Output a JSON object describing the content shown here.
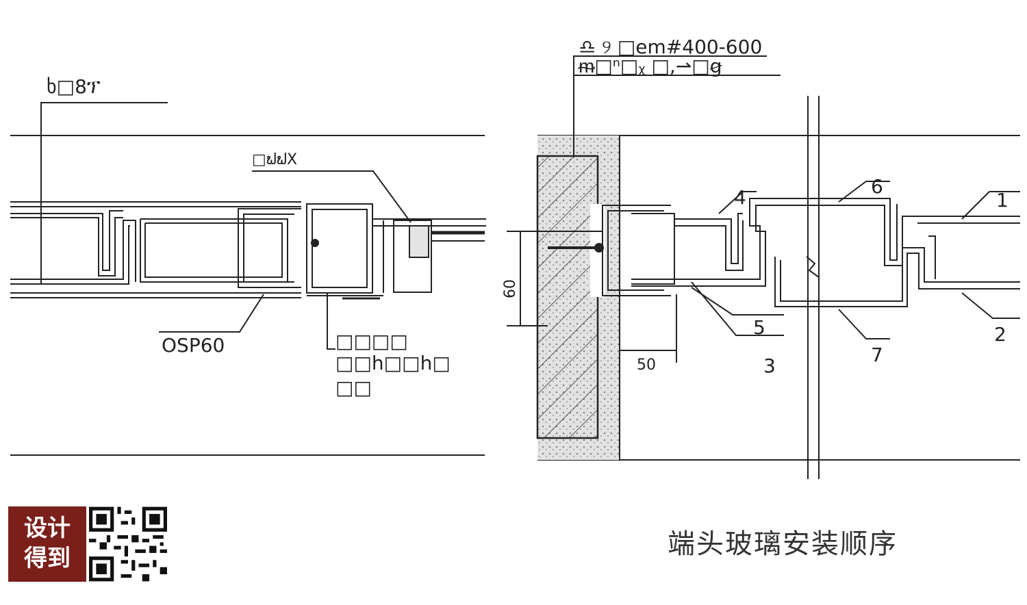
{
  "left_detail": {
    "top_label": "ხ□8ፕ",
    "seal_label": "□ຟຟX",
    "gasket_label": "OSP60",
    "profile_label": [
      "□□□□",
      "□□h□□h□",
      "□□"
    ]
  },
  "right_detail": {
    "anchor_label_line1": "♎ ୨ □em#400-600",
    "anchor_label_line2": "ᵯ□ⁿ□ᵪ □,⇀□ꞡ",
    "dim_60": "60",
    "dim_50": "50",
    "parts": [
      "1",
      "2",
      "3",
      "4",
      "5",
      "6",
      "7"
    ]
  },
  "caption": "端头玻璃安装顺序",
  "logo": {
    "line1": "设计",
    "line2": "得到",
    "color": "#7a1f1a"
  },
  "colors": {
    "line": "#222222",
    "hatch": "#333333",
    "concrete": "#d8d8d8"
  }
}
